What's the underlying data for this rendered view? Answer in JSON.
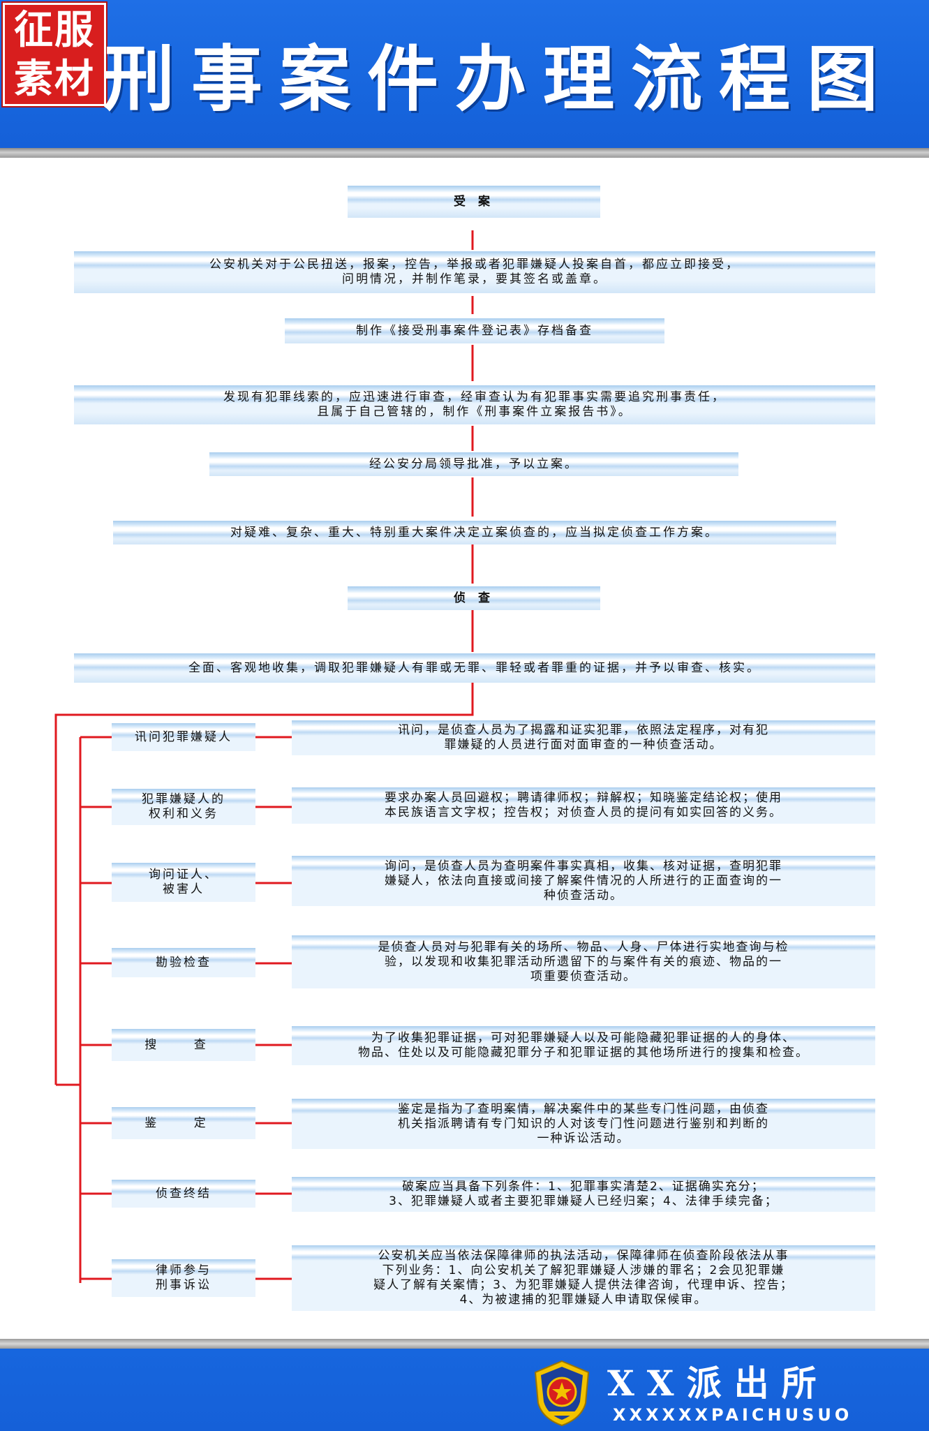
{
  "header": {
    "logo_line1": "征服",
    "logo_line2": "素材",
    "title": "刑事案件办理流程图"
  },
  "flow": {
    "accept": "受 案",
    "step1": [
      "公安机关对于公民扭送，报案，控告，举报或者犯罪嫌疑人投案自首，都应立即接受，",
      "问明情况，并制作笔录，要其签名或盖章。"
    ],
    "step2": "制作《接受刑事案件登记表》存档备查",
    "step3": [
      "发现有犯罪线索的，应迅速进行审查，经审查认为有犯罪事实需要追究刑事责任，",
      "且属于自己管辖的，制作《刑事案件立案报告书》。"
    ],
    "step4": "经公安分局领导批准，予以立案。",
    "step5": "对疑难、复杂、重大、特别重大案件决定立案侦查的，应当拟定侦查工作方案。",
    "investigate": "侦 查",
    "step6": "全面、客观地收集，调取犯罪嫌疑人有罪或无罪、罪轻或者罪重的证据，并予以审查、核实。"
  },
  "branches": [
    {
      "label": [
        "讯问犯罪嫌疑人"
      ],
      "desc": [
        "讯问，是侦查人员为了揭露和证实犯罪，依照法定程序，对有犯",
        "罪嫌疑的人员进行面对面审查的一种侦查活动。"
      ]
    },
    {
      "label": [
        "犯罪嫌疑人的",
        "权利和义务"
      ],
      "desc": [
        "要求办案人员回避权；聘请律师权；辩解权；知晓鉴定结论权；使用",
        "本民族语言文字权；控告权；对侦查人员的提问有如实回答的义务。"
      ]
    },
    {
      "label": [
        "询问证人、",
        "被害人"
      ],
      "desc": [
        "询问，是侦查人员为查明案件事实真相，收集、核对证据，查明犯罪",
        "嫌疑人，依法向直接或间接了解案件情况的人所进行的正面查询的一",
        "种侦查活动。"
      ]
    },
    {
      "label": [
        "勘验检查"
      ],
      "desc": [
        "是侦查人员对与犯罪有关的场所、物品、人身、尸体进行实地查询与检",
        "验，以发现和收集犯罪活动所遗留下的与案件有关的痕迹、物品的一",
        "项重要侦查活动。"
      ]
    },
    {
      "label": [
        "搜 查"
      ],
      "desc": [
        "为了收集犯罪证据，可对犯罪嫌疑人以及可能隐藏犯罪证据的人的身体、",
        "物品、住处以及可能隐藏犯罪分子和犯罪证据的其他场所进行的搜集和检查。"
      ]
    },
    {
      "label": [
        "鉴 定"
      ],
      "desc": [
        "鉴定是指为了查明案情，解决案件中的某些专门性问题，由侦查",
        "机关指派聘请有专门知识的人对该专门性问题进行鉴别和判断的",
        "一种诉讼活动。"
      ]
    },
    {
      "label": [
        "侦查终结"
      ],
      "desc": [
        "破案应当具备下列条件：1、犯罪事实清楚2、证据确实充分；",
        "3、犯罪嫌疑人或者主要犯罪嫌疑人已经归案；4、法律手续完备；"
      ]
    },
    {
      "label": [
        "律师参与",
        "刑事诉讼"
      ],
      "desc": [
        "公安机关应当依法保障律师的执法活动，保障律师在侦查阶段依法从事",
        "下列业务：1、向公安机关了解犯罪嫌疑人涉嫌的罪名；2会见犯罪嫌",
        "疑人了解有关案情；3、为犯罪嫌疑人提供法律咨询，代理申诉、控告；",
        "4、为被逮捕的犯罪嫌疑人申请取保候审。"
      ]
    }
  ],
  "footer": {
    "station_name": "XX派出所",
    "station_en": "XXXXXXPAICHUSUO"
  },
  "colors": {
    "header_blue": "#1766de",
    "connector_red": "#e0191f",
    "box_blue": "#eaf4fd"
  }
}
